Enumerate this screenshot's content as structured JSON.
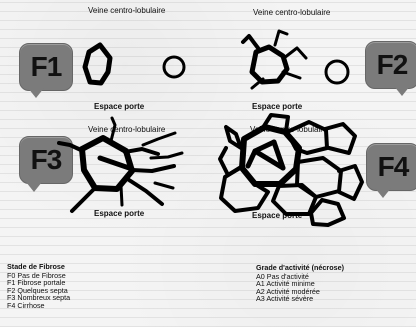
{
  "labels": {
    "vein_1": "Veine centro-lobulaire",
    "vein_2": "Veine centro-lobulaire",
    "vein_3": "Veine centro-lobulaire",
    "vein_4": "Veine centro-lobulaire",
    "portal_1": "Espace porte",
    "portal_2": "Espace porte",
    "portal_3": "Espace porte",
    "portal_4": "Espace porte"
  },
  "badges": {
    "f1": "F1",
    "f2": "F2",
    "f3": "F3",
    "f4": "F4"
  },
  "legend_fibrose": {
    "title": "Stade de Fibrose",
    "items": [
      "F0 Pas de Fibrose",
      "F1 Fibrose portale",
      "F2 Quelques septa",
      "F3 Nombreux septa",
      "F4 Cirrhose"
    ]
  },
  "legend_activite": {
    "title": "Grade d'activité (nécrose)",
    "items": [
      "A0 Pas d'activité",
      "A1 Activité minime",
      "A2 Activité modérée",
      "A3 Activité sévère"
    ]
  }
}
